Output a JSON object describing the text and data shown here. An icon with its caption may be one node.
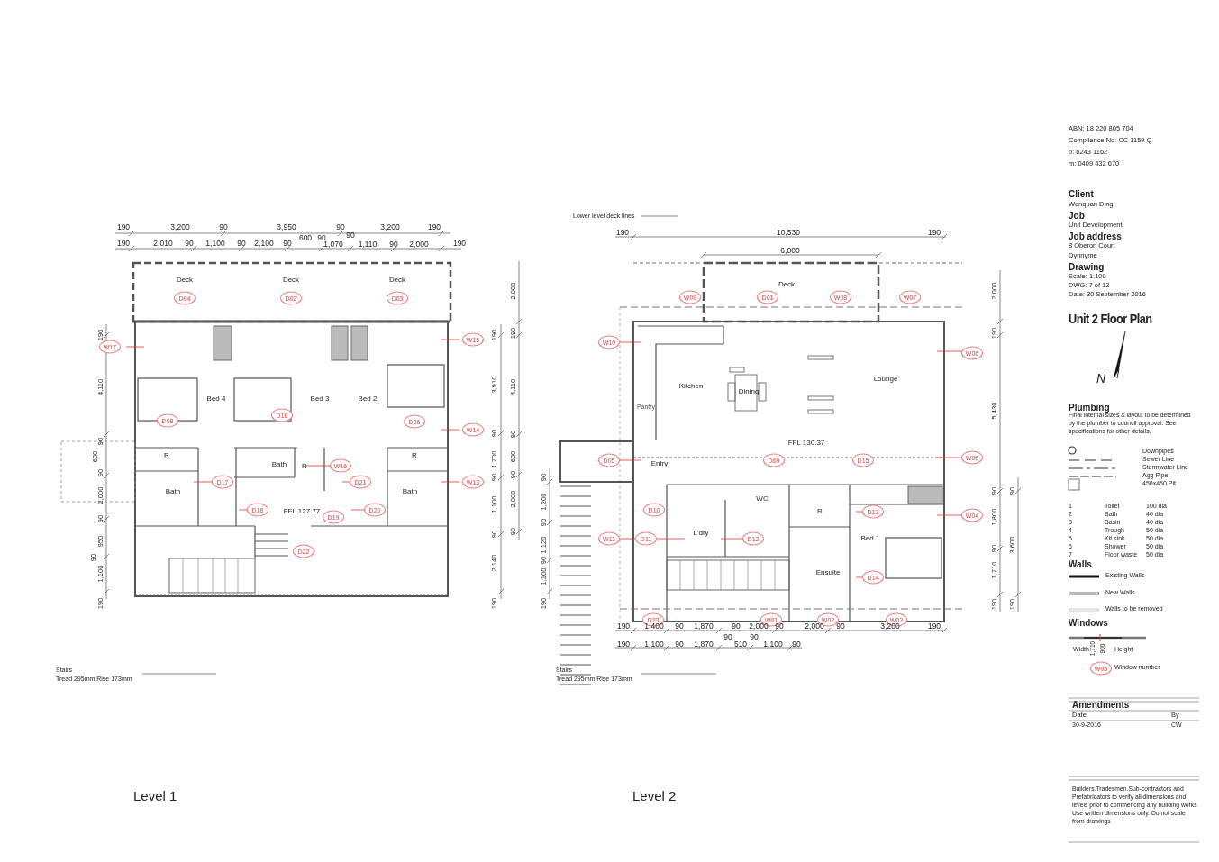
{
  "diagram": {
    "title": "Unit 2 Floor Plan",
    "labels": [
      "190",
      "3,200",
      "90",
      "3,950",
      "90",
      "3,200",
      "190",
      "190",
      "2,010",
      "90",
      "1,100",
      "90",
      "2,100",
      "90",
      "600",
      "90",
      "90",
      "1,070",
      "1,110",
      "90",
      "2,000",
      "190",
      "190",
      "4,110",
      "90",
      "600",
      "90",
      "2,000",
      "90",
      "950",
      "90",
      "1,100",
      "190",
      "190",
      "3,910",
      "90",
      "1,700",
      "90",
      "1,100",
      "90",
      "2,140",
      "190",
      "2,000",
      "190",
      "4,110",
      "90",
      "600",
      "90",
      "2,000",
      "90",
      "Deck",
      "Deck",
      "Deck",
      "Bed 4",
      "Bed 3",
      "Bed 2",
      "R",
      "Bath",
      "R",
      "R",
      "Bath",
      "Bath",
      "FFL  127.77",
      "Stairs",
      "Tread 295mm  Rise 173mm",
      "D04",
      "D02",
      "D03",
      "W17",
      "W15",
      "D08",
      "D16",
      "D06",
      "W14",
      "W16",
      "D17",
      "D21",
      "W13",
      "D18",
      "D19",
      "D20",
      "D22",
      "Lower level deck lines",
      "190",
      "10,530",
      "190",
      "6,000",
      "Deck",
      "Kitchen",
      "Dining",
      "Lounge",
      "Pantry",
      "FFL  130.37",
      "Entry",
      "WC",
      "R",
      "L'dry",
      "Bed 1",
      "Ensuite",
      "W09",
      "D01",
      "W08",
      "W07",
      "W10",
      "W06",
      "W05",
      "D05",
      "D09",
      "D15",
      "D10",
      "W04",
      "W11",
      "D11",
      "D12",
      "D13",
      "D14",
      "D23",
      "W01",
      "W02",
      "W03",
      "190",
      "1,400",
      "90",
      "1,870",
      "90",
      "2,000",
      "90",
      "2,000",
      "90",
      "3,200",
      "190",
      "90",
      "90",
      "190",
      "1,100",
      "90",
      "1,870",
      "510",
      "1,100",
      "90",
      "90",
      "1,200",
      "90",
      "1,120",
      "90",
      "1,100",
      "190",
      "2,000",
      "190",
      "5,430",
      "90",
      "1,800",
      "90",
      "1,710",
      "190",
      "90",
      "3,600",
      "190",
      "Stairs",
      "Tread 295mm  Rise 173mm",
      "Level 1",
      "Level 2",
      "ABN: 18 220 805 704",
      "Compliance No:  CC 1159 Q",
      "p:   6243 1162",
      "m:  0409 432 670",
      "Client",
      "Wenquan Ding",
      "Job",
      "Unit Development",
      "Job address",
      "8 Oberon Court",
      "Dynnyme",
      "Drawing",
      "Scale: 1:100",
      "DWG: 7 of 13",
      "Date:  30 September 2016",
      "N",
      "Plumbing",
      "Final internal sizes & layout to be determined by the plumber to council approval. See specifications for other details.",
      "1",
      "Toilet",
      "100 dia",
      "2",
      "Bath",
      "40 dia",
      "3",
      "Basin",
      "40 dia",
      "4",
      "Trough",
      "50 dia",
      "5",
      "Kit sink",
      "50 dia",
      "6",
      "Shower",
      "50 dia",
      "7",
      "Floor waste",
      "50 dia",
      "Walls",
      "Windows",
      "Width",
      "1,710",
      "900",
      "Height",
      "W05",
      "Window number",
      "Amendments",
      "Date",
      "By",
      "30-9-2016",
      "CW",
      "Builders.Tradesmen.Sub-contractors and Prefabricators to verify all dimensions and levels prior to commencing any building works Use written dimensions only. Do not scale from drawings"
    ],
    "legend": [
      {
        "text": "Downpipes"
      },
      {
        "text": "Sewer Line"
      },
      {
        "text": "Stormwater Line"
      },
      {
        "text": "Agg Pipe"
      },
      {
        "text": "450x450 Pit"
      },
      {
        "text": "Existing Walls"
      },
      {
        "text": "New Walls"
      },
      {
        "text": "Walls to be removed"
      }
    ]
  }
}
